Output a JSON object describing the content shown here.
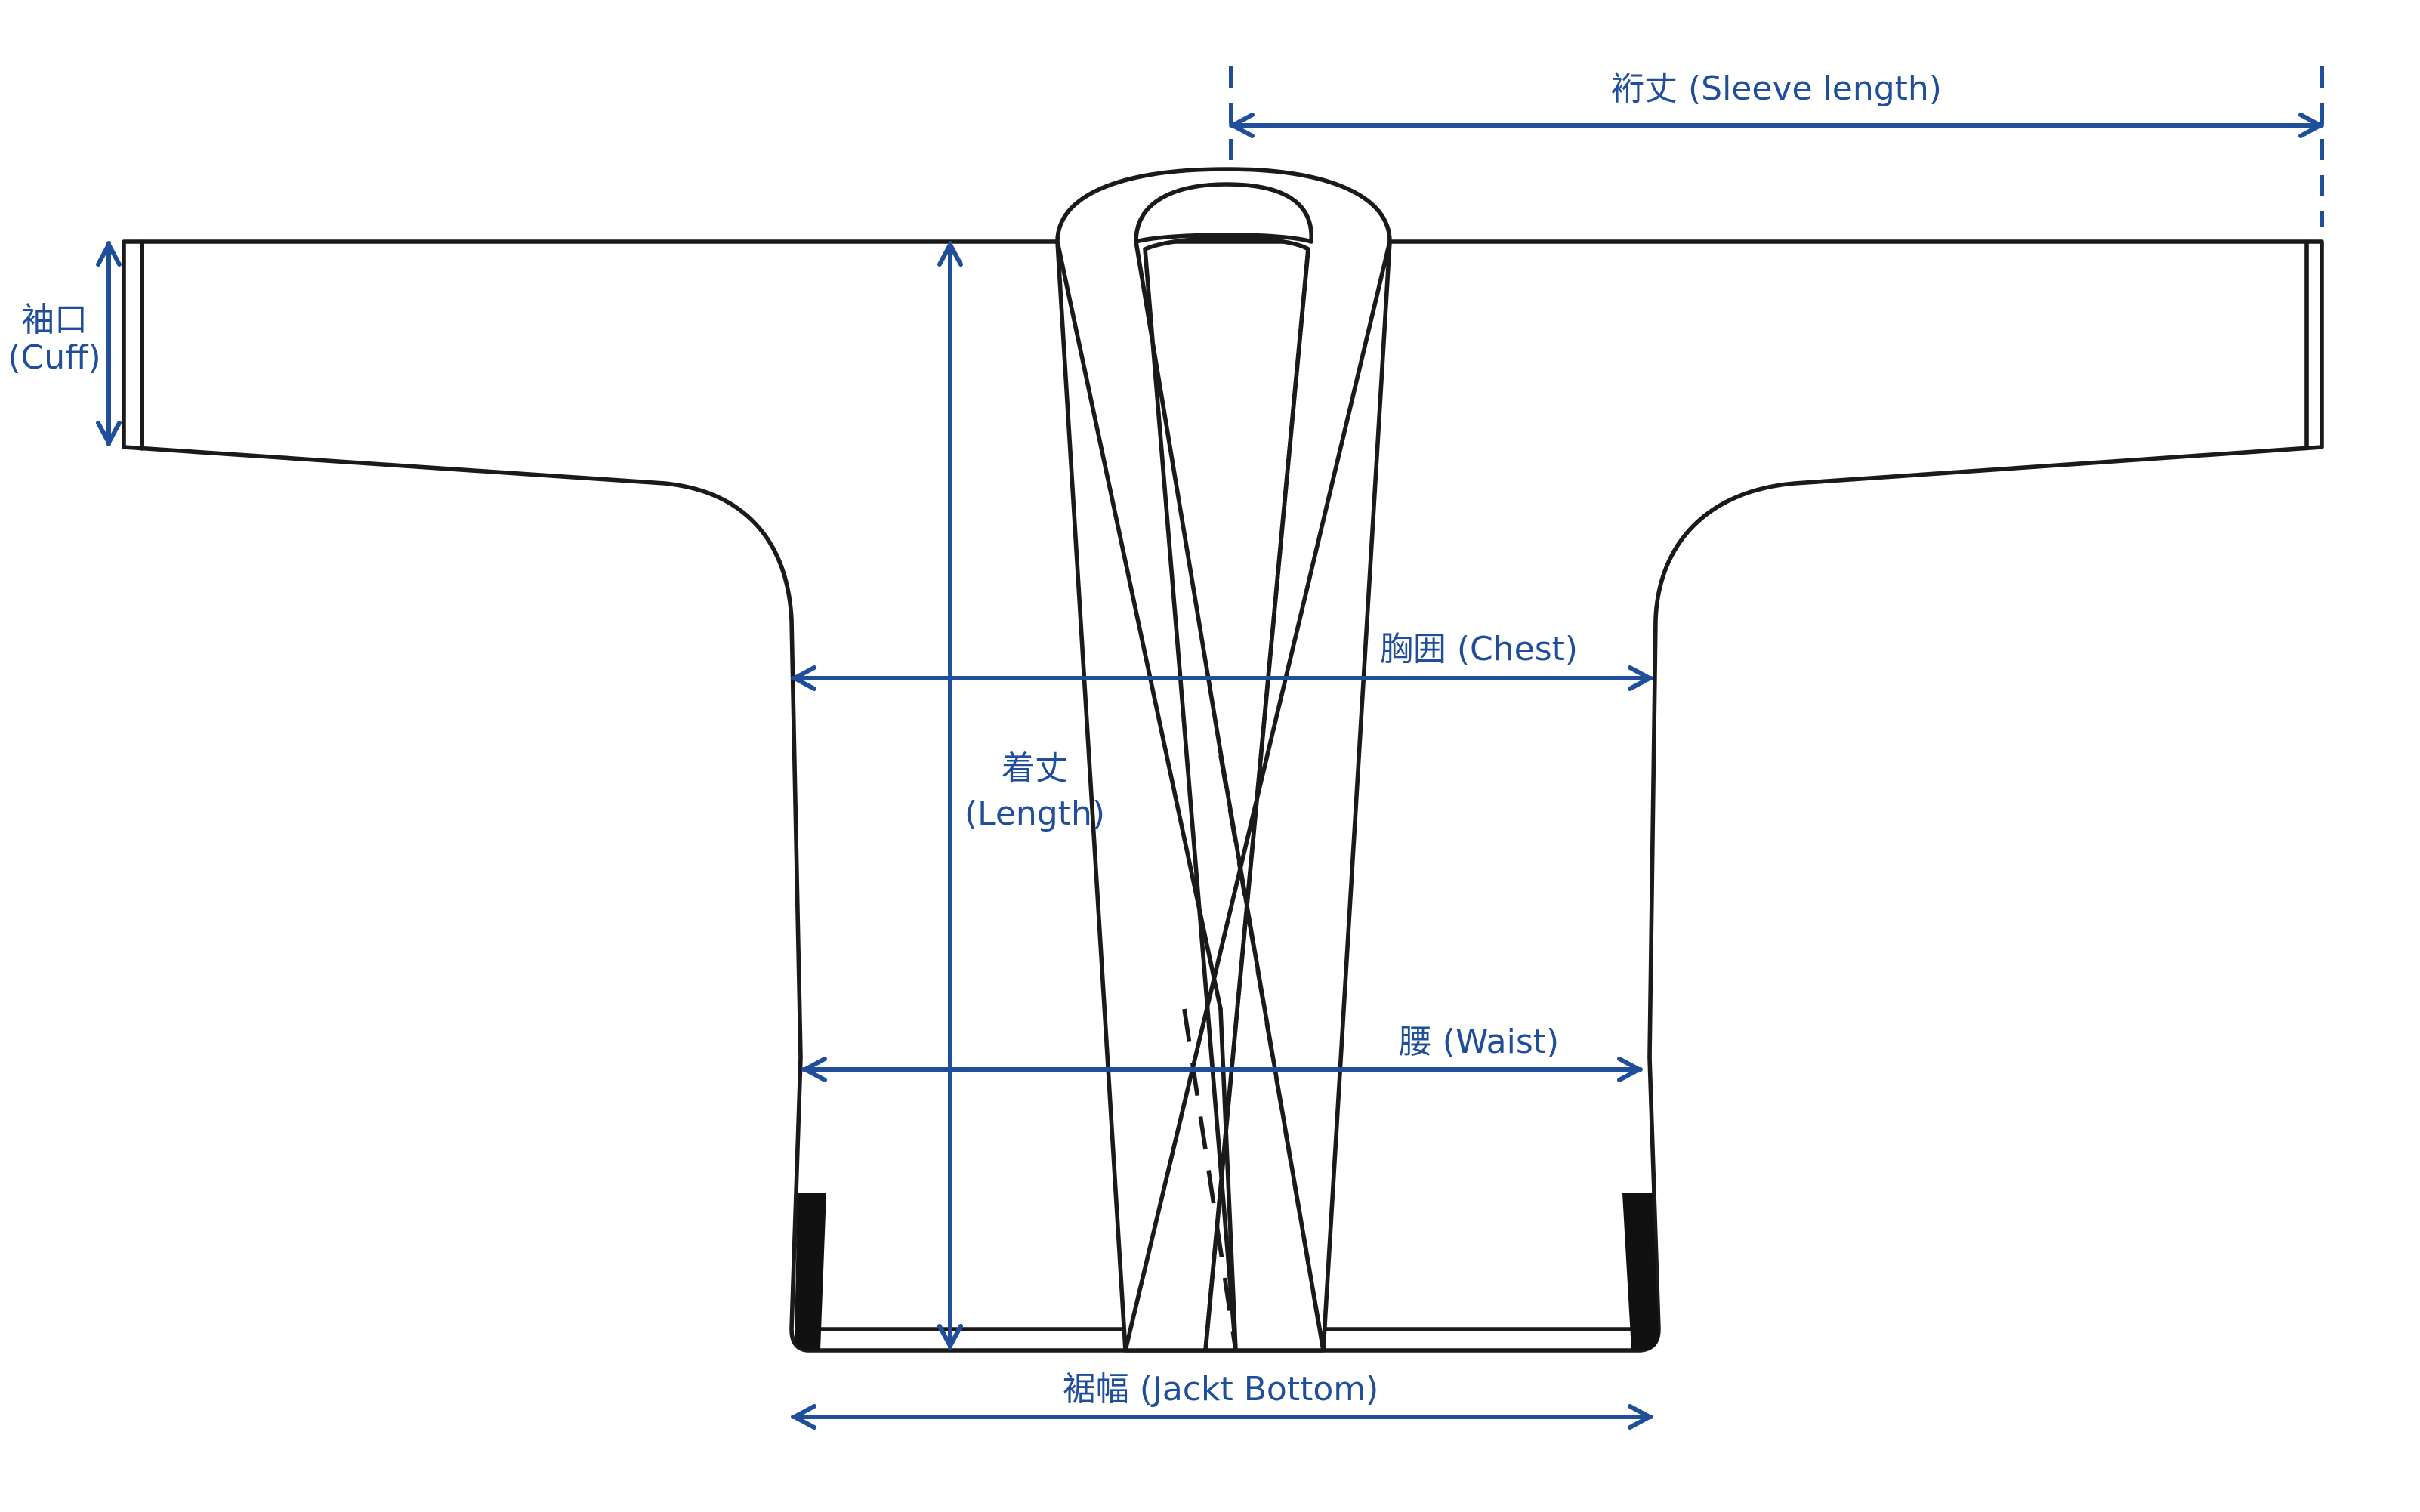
{
  "labels": {
    "sleeve_length": "裄丈 (Sleeve length)",
    "cuff_ja": "袖口",
    "cuff_en": "(Cuff)",
    "chest": "胸囲 (Chest)",
    "length_ja": "着丈",
    "length_en": "(Length)",
    "waist": "腰 (Waist)",
    "jacket_bottom": "裾幅 (Jackt Bottom)"
  },
  "colors": {
    "dimension": "#1f4e9a",
    "outline": "#1a1a1a",
    "hem_band": "#111111"
  }
}
